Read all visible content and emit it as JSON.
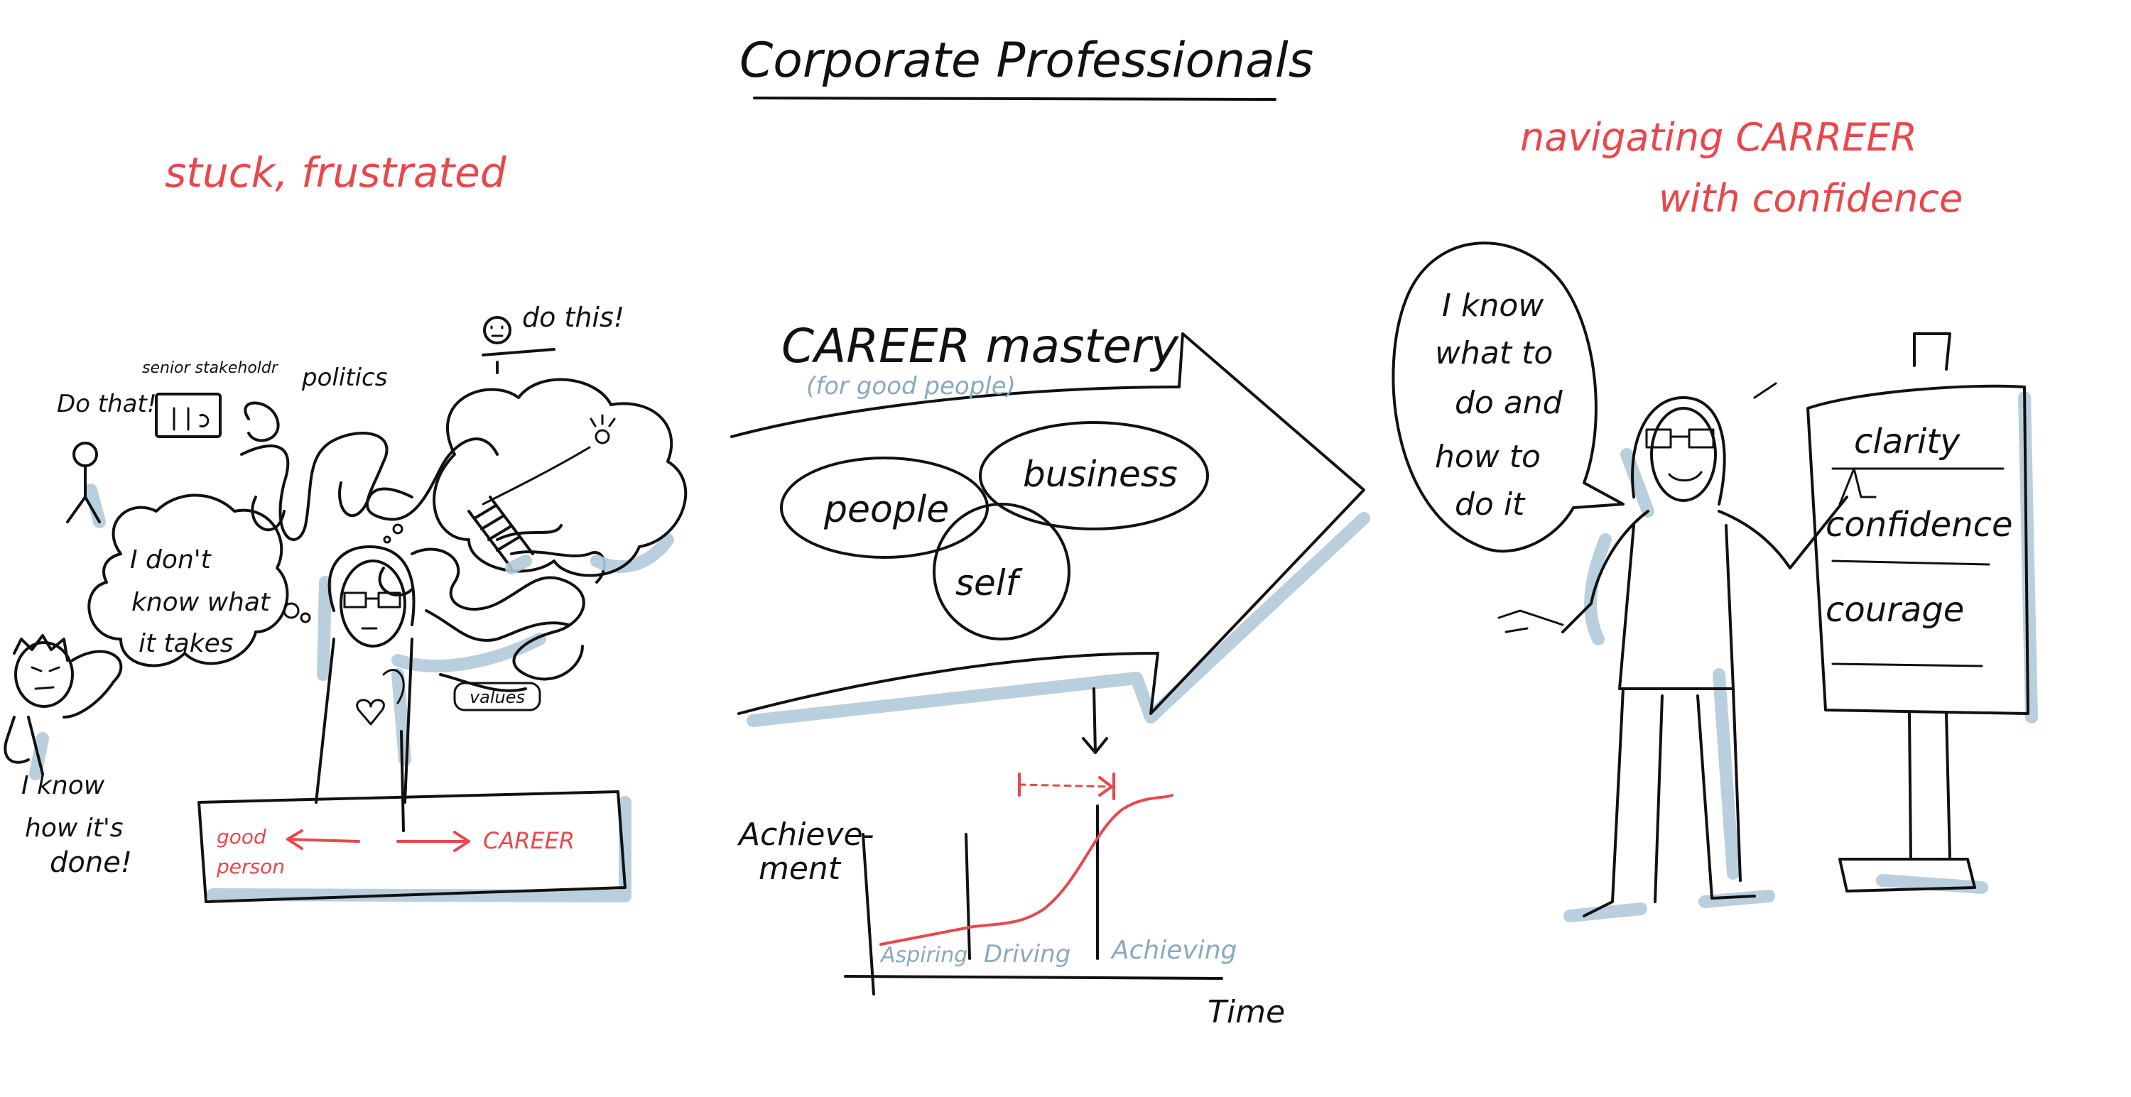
{
  "title": "Corporate Professionals",
  "left": {
    "caption": "stuck, frustrated",
    "do_that": "Do that!",
    "senior_stakeholders": "senior stakeholdr",
    "politics": "politics",
    "do_this": "do this!",
    "thought_line1": "I don't",
    "thought_line2": "know what",
    "thought_line3": "it takes",
    "know_line1": "I know",
    "know_line2": "how it's",
    "know_line3": "done!",
    "values": "values",
    "good_person_line1": "good",
    "good_person_line2": "person",
    "career": "CAREER"
  },
  "middle": {
    "arrow_title": "CAREER mastery",
    "arrow_subtitle": "(for good people)",
    "circle_people": "people",
    "circle_business": "business",
    "circle_self": "self",
    "y_label_line1": "Achieve-",
    "y_label_line2": "ment",
    "x_label": "Time",
    "phase1": "Aspiring",
    "phase2": "Driving",
    "phase3": "Achieving"
  },
  "right": {
    "caption_line1": "navigating CARREER",
    "caption_line2": "with confidence",
    "speech_line1": "I know",
    "speech_line2": "what to",
    "speech_line3": "do and",
    "speech_line4": "how to",
    "speech_line5": "do it",
    "board_item1": "clarity",
    "board_item2": "confidence",
    "board_item3": "courage"
  },
  "colors": {
    "ink": "#111111",
    "accent_red": "#e8474c",
    "shadow_blue": "#b3cad9",
    "label_blue": "#8aa9be"
  }
}
